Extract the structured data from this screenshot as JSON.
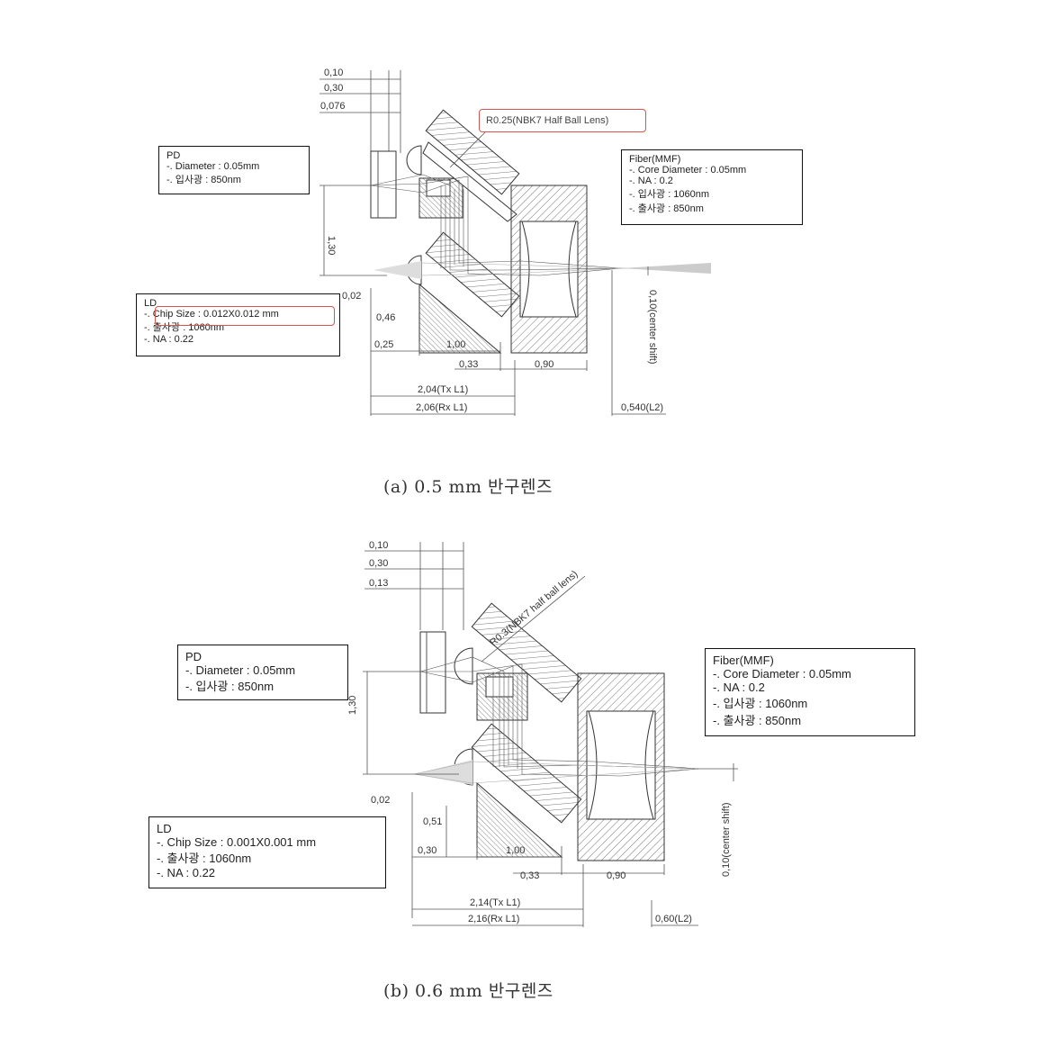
{
  "figure_a": {
    "caption": "(a) 0.5 mm 반구렌즈",
    "lens_label": "R0.25(NBK7 Half Ball Lens)",
    "pd": {
      "title": "PD",
      "lines": [
        "-. Diameter : 0.05mm",
        "-.  입사광 : 850nm"
      ]
    },
    "ld": {
      "title": "LD",
      "lines": [
        "-. Chip Size : 0.012X0.012 mm",
        "-. 출사광 :  1060nm",
        "-. NA : 0.22"
      ]
    },
    "fiber": {
      "title": "Fiber(MMF)",
      "lines": [
        "-. Core Diameter : 0.05mm",
        "-. NA : 0.2",
        "-. 입사광 : 1060nm",
        "-. 출사광 : 850nm"
      ]
    },
    "dims": {
      "top1": "0,10",
      "top2": "0,30",
      "top3": "0,076",
      "vertical": "1,30",
      "ld_offset": "0,02",
      "d046": "0,46",
      "d025": "0,25",
      "d100": "1,00",
      "d033": "0,33",
      "d090": "0,90",
      "tx": "2,04(Tx L1)",
      "rx": "2,06(Rx L1)",
      "l2": "0,540(L2)",
      "center_shift": "0,10(center shift)"
    }
  },
  "figure_b": {
    "caption": "(b) 0.6 mm 반구렌즈",
    "lens_label": "R0.3(NBK7 half ball lens)",
    "pd": {
      "title": "PD",
      "lines": [
        "-. Diameter : 0.05mm",
        "-.  입사광 : 850nm"
      ]
    },
    "ld": {
      "title": "LD",
      "lines": [
        "-. Chip Size : 0.001X0.001 mm",
        "-. 출사광 :  1060nm",
        "-. NA : 0.22"
      ]
    },
    "fiber": {
      "title": "Fiber(MMF)",
      "lines": [
        "-. Core Diameter : 0.05mm",
        "-. NA : 0.2",
        "-. 입사광 : 1060nm",
        "-. 출사광 : 850nm"
      ]
    },
    "dims": {
      "top1": "0,10",
      "top2": "0,30",
      "top3": "0,13",
      "vertical": "1,30",
      "ld_offset": "0,02",
      "d051": "0,51",
      "d030": "0,30",
      "d100": "1,00",
      "d033": "0,33",
      "d090": "0,90",
      "tx": "2,14(Tx L1)",
      "rx": "2,16(Rx L1)",
      "l2": "0,60(L2)",
      "center_shift": "0,10(center shift)"
    }
  },
  "colors": {
    "accent_red": "#d9534f",
    "line": "#333333"
  }
}
